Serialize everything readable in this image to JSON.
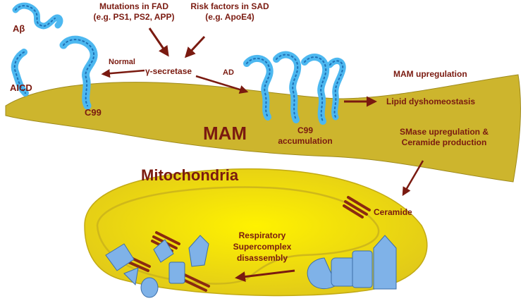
{
  "labels": {
    "abeta": "Aβ",
    "aicd": "AICD",
    "c99": "C99",
    "mutations_line1": "Mutations in FAD",
    "mutations_line2": "(e.g. PS1, PS2, APP)",
    "risk_line1": "Risk factors in SAD",
    "risk_line2": "(e.g. ApoE4)",
    "normal": "Normal",
    "gamma": "γ-secretase",
    "ad": "AD",
    "mam": "MAM",
    "c99_accum_line1": "C99",
    "c99_accum_line2": "accumulation",
    "mam_up": "MAM upregulation",
    "lipid": "Lipid dyshomeostasis",
    "smase_line1": "SMase upregulation &",
    "smase_line2": "Ceramide production",
    "mitochondria": "Mitochondria",
    "ceramide": "Ceramide",
    "resp_line1": "Respiratory",
    "resp_line2": "Supercomplex",
    "resp_line3": "disassembly"
  },
  "colors": {
    "text": "#7a1a10",
    "arrow": "#7a1a10",
    "mam_fill": "#cdb52d",
    "mito_outer": "#e8d21c",
    "mito_inner": "#f5e600",
    "protein": "#4db8f0",
    "complex": "#7fb2e8",
    "ceramide": "#8a2a10"
  }
}
